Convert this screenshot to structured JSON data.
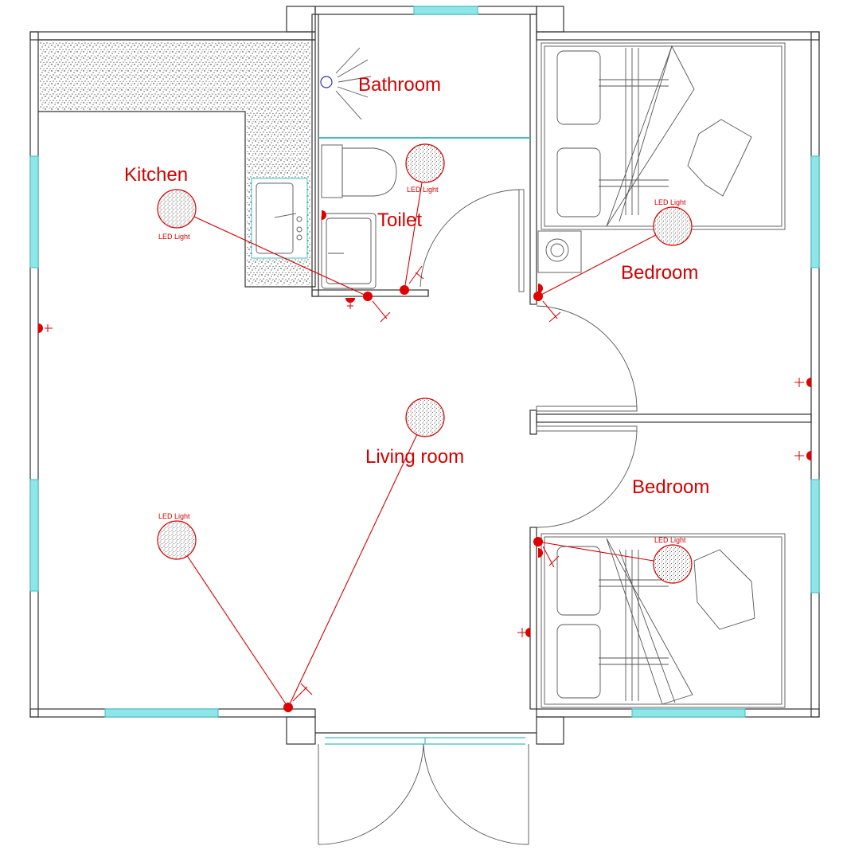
{
  "rooms": {
    "kitchen": "Kitchen",
    "bathroom": "Bathroom",
    "toilet": "Toilet",
    "bedroom_top": "Bedroom",
    "bedroom_bottom": "Bedroom",
    "living": "Living room"
  },
  "fixtures": {
    "led_label": "LED Light"
  },
  "colors": {
    "annotation": "#d40000",
    "window": "#8fe6e8",
    "wall": "#333333"
  }
}
